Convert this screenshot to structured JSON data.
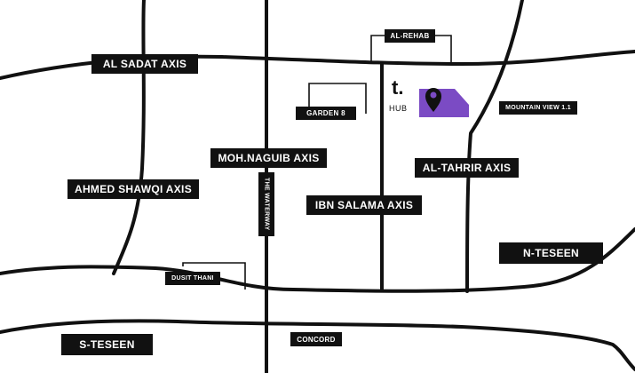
{
  "map": {
    "roads": {
      "al_sadat_axis": "AL SADAT AXIS",
      "ahmed_shawqi_axis": "AHMED SHAWQI AXIS",
      "moh_naguib_axis": "MOH.NAGUIB AXIS",
      "the_waterway": "THE WATERWAY",
      "ibn_salama_axis": "IBN SALAMA AXIS",
      "al_tahrir_axis": "AL-TAHRIR AXIS",
      "n_teseen": "N-TESEEN",
      "s_teseen": "S-TESEEN"
    },
    "places": {
      "al_rehab": "AL-REHAB",
      "garden_8": "GARDEN 8",
      "mountain_view": "MOUNTAIN VIEW 1.1",
      "dusit_thani": "DUSIT THANI",
      "concord": "CONCORD"
    },
    "brand": {
      "logo_mark": "t.",
      "logo_text": "HUB"
    },
    "colors": {
      "road": "#111111",
      "label_bg": "#111111",
      "label_text": "#ffffff",
      "marker": "#7b4bc4",
      "background": "#ffffff"
    },
    "marker_icon": "location-pin-icon"
  }
}
